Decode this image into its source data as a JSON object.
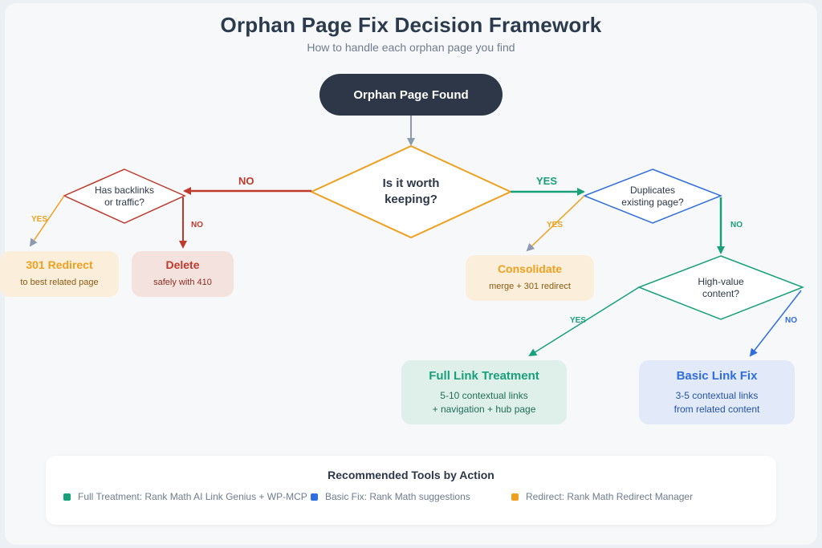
{
  "header": {
    "title": "Orphan Page Fix Decision Framework",
    "subtitle": "How to handle each orphan page you find"
  },
  "start": {
    "label": "Orphan Page Found"
  },
  "decisions": {
    "worth_keeping": "Is it worth keeping?",
    "backlinks": "Has backlinks or traffic?",
    "duplicates": "Duplicates existing page?",
    "high_value": "High-value content?"
  },
  "edges": {
    "main_no": "NO",
    "main_yes": "YES",
    "backlinks_yes": "YES",
    "backlinks_no": "NO",
    "duplicates_yes": "YES",
    "duplicates_no": "NO",
    "high_value_yes": "YES",
    "high_value_no": "NO"
  },
  "outcomes": {
    "redirect": {
      "title": "301 Redirect",
      "desc": "to best related page"
    },
    "delete": {
      "title": "Delete",
      "desc": "safely with 410"
    },
    "consolidate": {
      "title": "Consolidate",
      "desc": "merge + 301 redirect"
    },
    "full_link": {
      "title": "Full Link Treatment",
      "desc1": "5-10 contextual links",
      "desc2": "+ navigation + hub page"
    },
    "basic_link": {
      "title": "Basic Link Fix",
      "desc1": "3-5 contextual links",
      "desc2": "from related content"
    }
  },
  "legend": {
    "title": "Recommended Tools by Action",
    "items": [
      {
        "text": "Full Treatment: Rank Math AI Link Genius + WP-MCP",
        "color": "#17a07a"
      },
      {
        "text": "Basic Fix: Rank Math suggestions",
        "color": "#2f6de0"
      },
      {
        "text": "Redirect: Rank Math Redirect Manager",
        "color": "#f0a01e"
      }
    ]
  },
  "colors": {
    "orange": "#f0a01e",
    "red": "#c0392b",
    "green": "#17a07a",
    "blue": "#2f6de0",
    "gray": "#8e9ab0",
    "dark": "#2d3748"
  }
}
